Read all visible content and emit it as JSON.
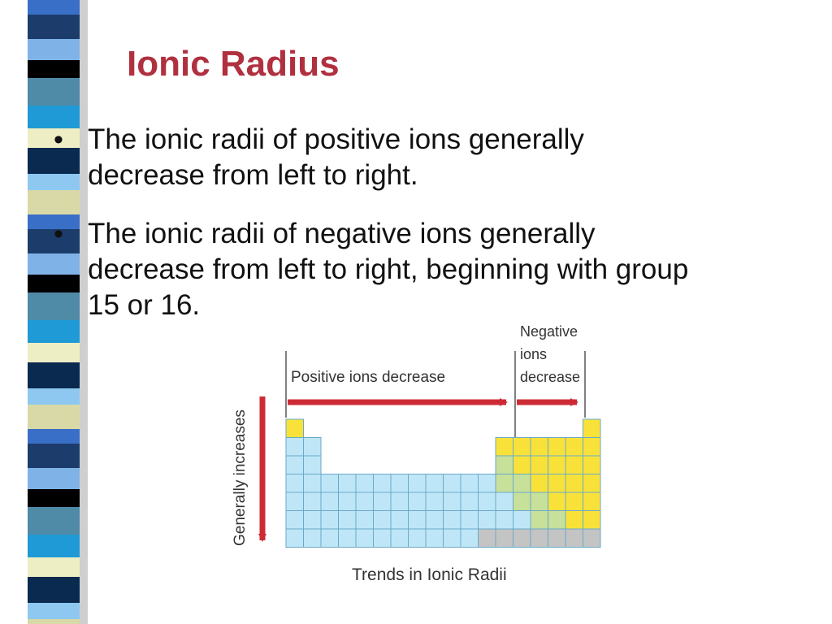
{
  "slide": {
    "title": "Ionic Radius",
    "bullets": [
      "The ionic radii of positive ions generally decrease from left to right.",
      "The ionic radii of negative ions generally decrease from left to right, beginning with group 15 or 16."
    ],
    "bullet_symbol": "•"
  },
  "diagram": {
    "positive_label": "Positive ions decrease",
    "negative_label": [
      "Negative",
      "ions",
      "decrease"
    ],
    "vertical_label": "Generally increases",
    "caption": "Trends in Ionic Radii",
    "colors": {
      "arrow": "#cc2b35",
      "blue_cell": "#bfe6f7",
      "yellow_cell": "#f8e23a",
      "green_cell": "#c7e09a",
      "gray_cell": "#c4c4c4",
      "grid_line": "#6aa9c9"
    }
  },
  "decor": {
    "stripe_colors": [
      "#3a6fc7",
      "#1c3c6b",
      "#7fb3e8",
      "#000000",
      "#4f8aa6",
      "#1f9ad6",
      "#eeeec4",
      "#0a2a4f",
      "#8ec8f0",
      "#d9d9a8"
    ]
  }
}
